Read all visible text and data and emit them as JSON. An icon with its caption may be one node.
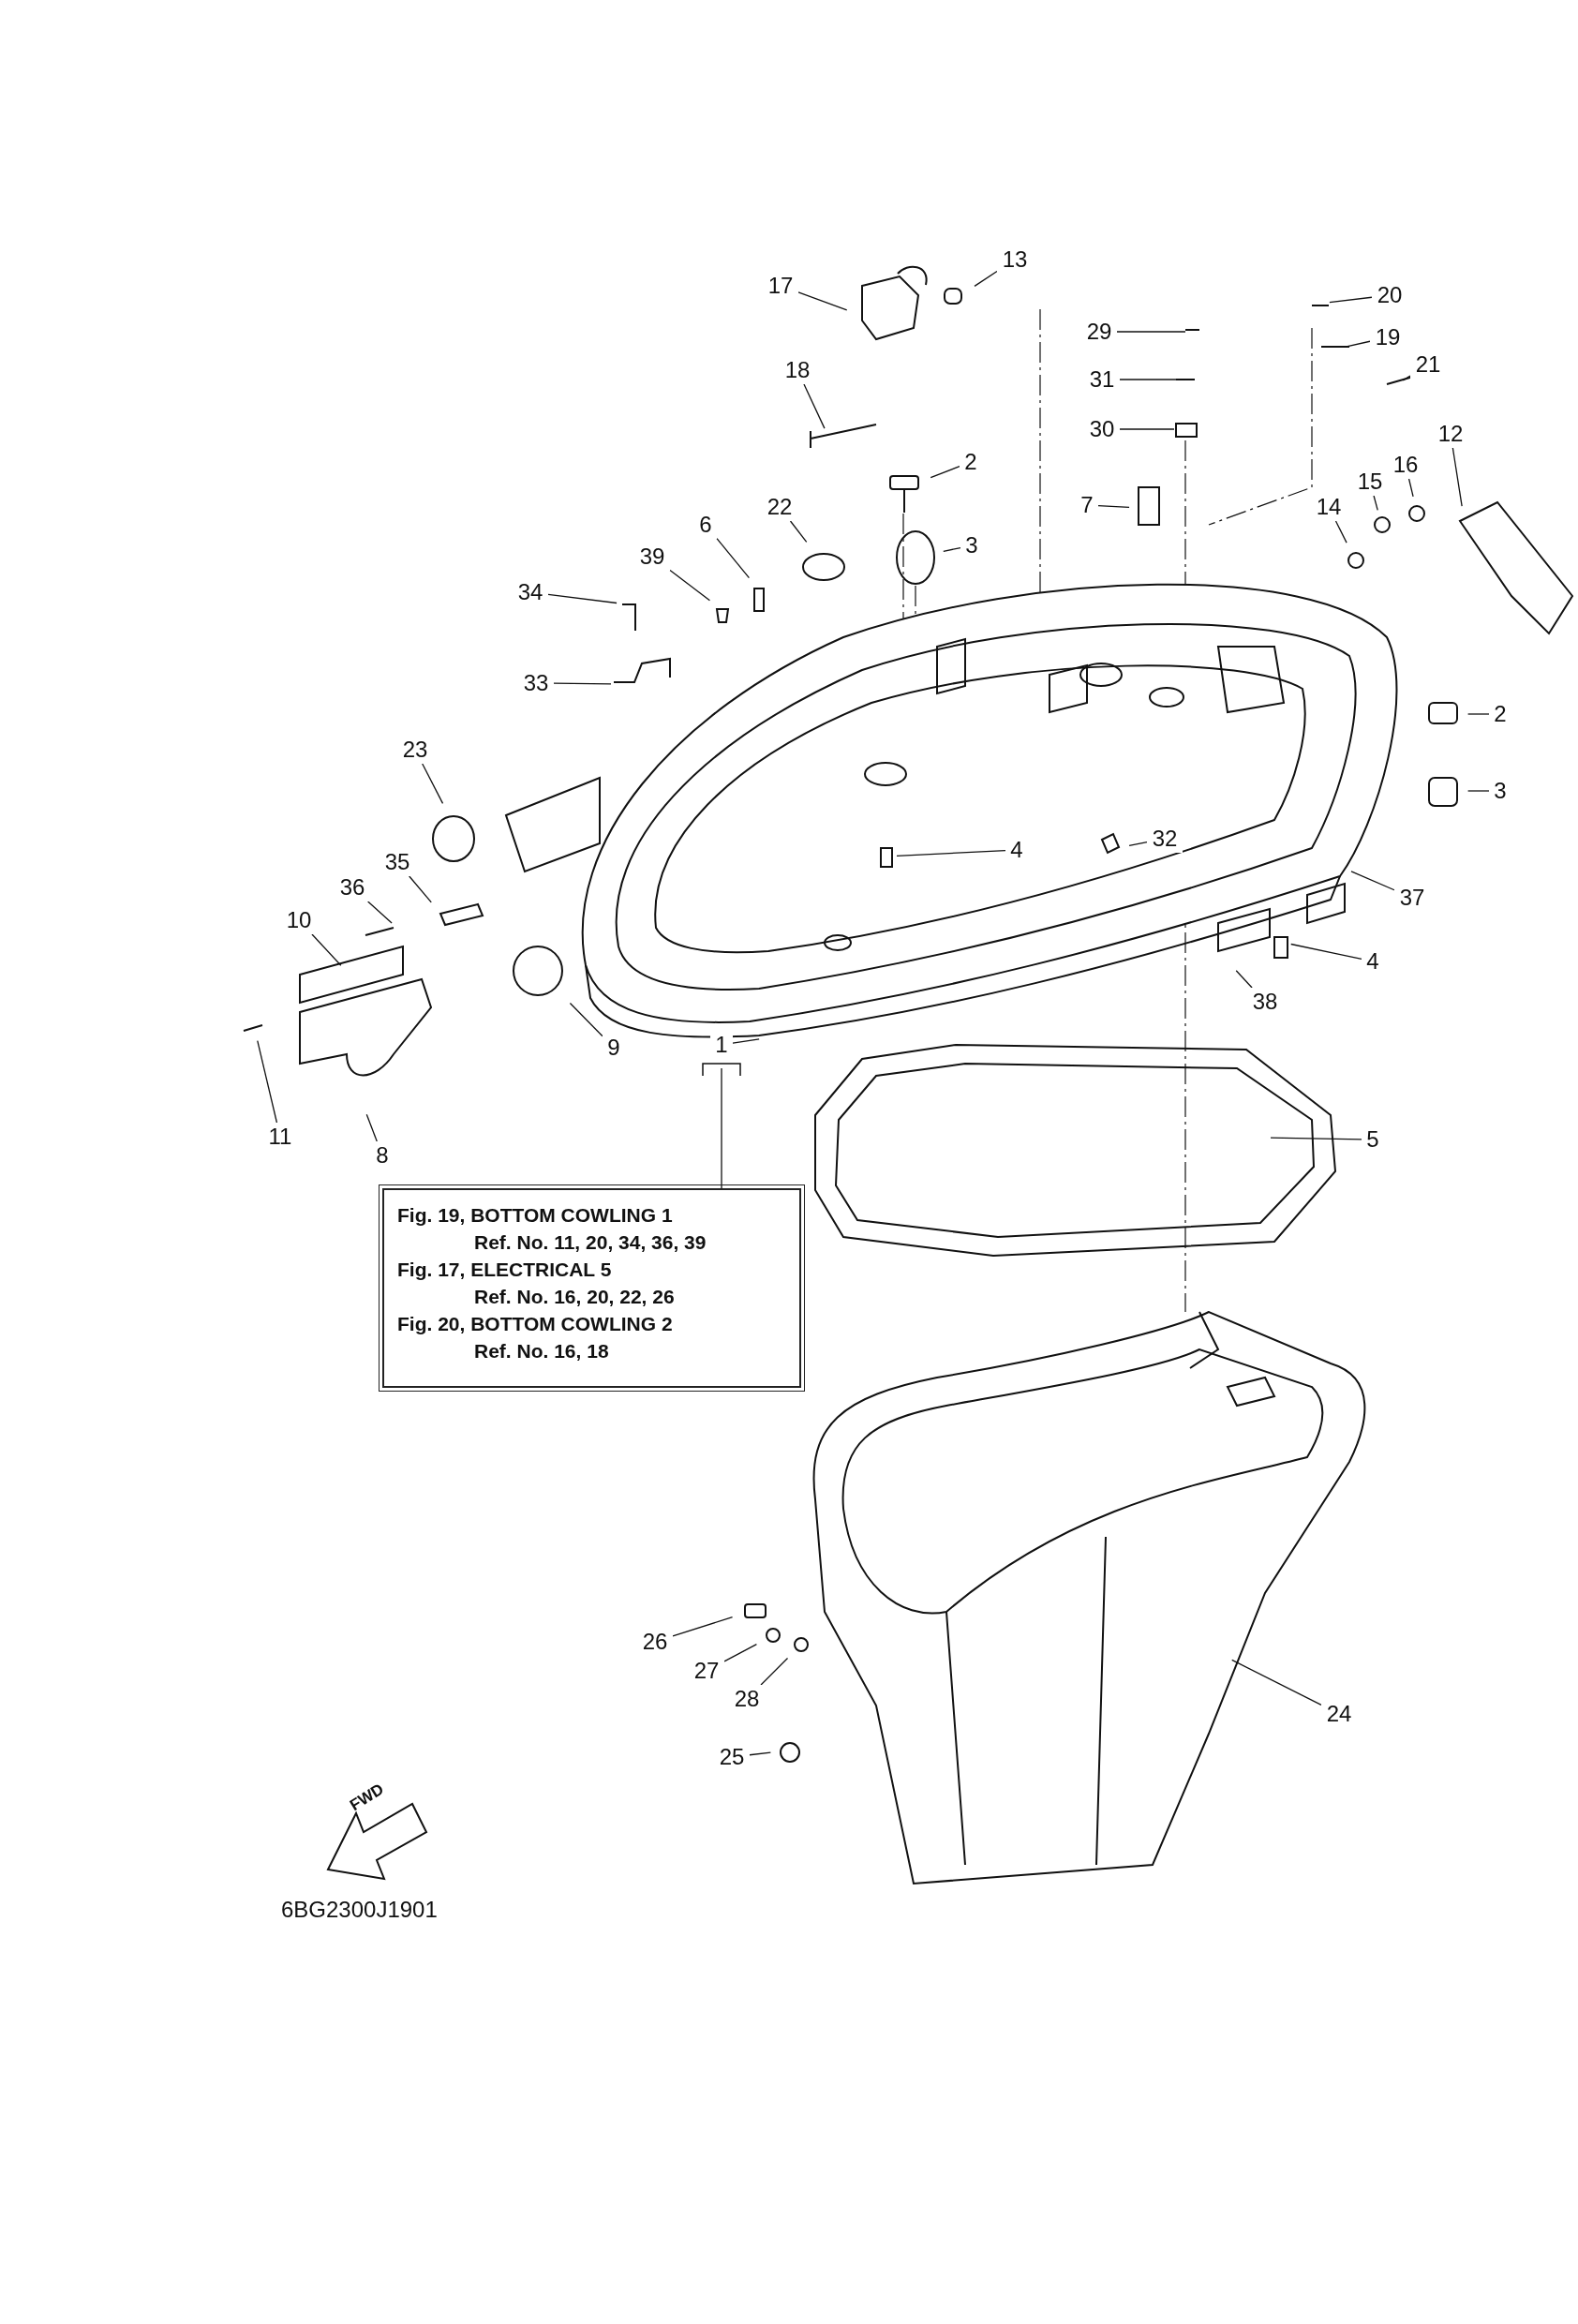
{
  "diagram": {
    "nodes": [
      {
        "text": [
          "17"
        ]
      },
      {
        "text": [
          "13"
        ]
      },
      {
        "text": [
          "18"
        ]
      },
      {
        "text": [
          "2"
        ]
      },
      {
        "text": [
          "22"
        ]
      },
      {
        "text": [
          "6"
        ]
      },
      {
        "text": [
          "3"
        ]
      },
      {
        "text": [
          "39"
        ]
      },
      {
        "text": [
          "34"
        ]
      },
      {
        "text": [
          "33"
        ]
      },
      {
        "text": [
          "23"
        ]
      },
      {
        "text": [
          "35"
        ]
      },
      {
        "text": [
          "36"
        ]
      },
      {
        "text": [
          "10"
        ]
      },
      {
        "text": [
          "9"
        ]
      },
      {
        "text": [
          "11"
        ]
      },
      {
        "text": [
          "8"
        ]
      },
      {
        "text": [
          "1"
        ]
      },
      {
        "text": [
          "4"
        ]
      },
      {
        "text": [
          "32"
        ]
      },
      {
        "text": [
          "29"
        ]
      },
      {
        "text": [
          "31"
        ]
      },
      {
        "text": [
          "30"
        ]
      },
      {
        "text": [
          "7"
        ]
      },
      {
        "text": [
          "20"
        ]
      },
      {
        "text": [
          "19"
        ]
      },
      {
        "text": [
          "21"
        ]
      },
      {
        "text": [
          "12"
        ]
      },
      {
        "text": [
          "14"
        ]
      },
      {
        "text": [
          "15"
        ]
      },
      {
        "text": [
          "16"
        ]
      },
      {
        "text": [
          "2"
        ]
      },
      {
        "text": [
          "3"
        ]
      },
      {
        "text": [
          "37"
        ]
      },
      {
        "text": [
          "4"
        ]
      },
      {
        "text": [
          "38"
        ]
      },
      {
        "text": [
          "5"
        ]
      },
      {
        "text": [
          "24"
        ]
      },
      {
        "text": [
          "26"
        ]
      },
      {
        "text": [
          "27"
        ]
      },
      {
        "text": [
          "28"
        ]
      },
      {
        "text": [
          "25"
        ]
      },
      {
        "text": [
          "Fig. 19, BOTTOM COWLING 1",
          "Ref. No. 11, 20, 34, 36, 39",
          "Fig. 17, ELECTRICAL 5",
          "Ref. No. 16, 20, 22, 26",
          "Fig. 20, BOTTOM COWLING 2",
          "Ref. No. 16, 18"
        ]
      }
    ],
    "edges": [
      {
        "from": 0,
        "to": null,
        "arrow": "none"
      },
      {
        "from": 1,
        "to": null,
        "arrow": "none"
      },
      {
        "from": 2,
        "to": null,
        "arrow": "none"
      },
      {
        "from": 3,
        "to": null,
        "arrow": "none"
      },
      {
        "from": 4,
        "to": null,
        "arrow": "none"
      },
      {
        "from": 5,
        "to": null,
        "arrow": "none"
      },
      {
        "from": 6,
        "to": null,
        "arrow": "none"
      },
      {
        "from": 7,
        "to": null,
        "arrow": "none"
      },
      {
        "from": 8,
        "to": null,
        "arrow": "none"
      },
      {
        "from": 9,
        "to": null,
        "arrow": "none"
      },
      {
        "from": 10,
        "to": null,
        "arrow": "none"
      },
      {
        "from": 11,
        "to": null,
        "arrow": "none"
      },
      {
        "from": 12,
        "to": null,
        "arrow": "none"
      },
      {
        "from": 13,
        "to": null,
        "arrow": "none"
      },
      {
        "from": 14,
        "to": null,
        "arrow": "none"
      },
      {
        "from": 15,
        "to": null,
        "arrow": "none"
      },
      {
        "from": 16,
        "to": null,
        "arrow": "none"
      },
      {
        "from": 17,
        "to": null,
        "arrow": "none"
      },
      {
        "from": 18,
        "to": null,
        "arrow": "none"
      },
      {
        "from": 19,
        "to": null,
        "arrow": "none"
      },
      {
        "from": 20,
        "to": null,
        "arrow": "none"
      },
      {
        "from": 21,
        "to": null,
        "arrow": "none"
      },
      {
        "from": 22,
        "to": null,
        "arrow": "none"
      },
      {
        "from": 23,
        "to": null,
        "arrow": "none"
      },
      {
        "from": 24,
        "to": null,
        "arrow": "none"
      },
      {
        "from": 25,
        "to": null,
        "arrow": "none"
      },
      {
        "from": 26,
        "to": null,
        "arrow": "none"
      },
      {
        "from": 27,
        "to": null,
        "arrow": "none"
      },
      {
        "from": 28,
        "to": null,
        "arrow": "none"
      },
      {
        "from": 29,
        "to": null,
        "arrow": "none"
      },
      {
        "from": 30,
        "to": null,
        "arrow": "none"
      },
      {
        "from": 31,
        "to": null,
        "arrow": "none"
      },
      {
        "from": 32,
        "to": null,
        "arrow": "none"
      },
      {
        "from": 33,
        "to": null,
        "arrow": "none"
      },
      {
        "from": 34,
        "to": null,
        "arrow": "none"
      },
      {
        "from": 35,
        "to": null,
        "arrow": "none"
      },
      {
        "from": 36,
        "to": null,
        "arrow": "none"
      },
      {
        "from": 37,
        "to": null,
        "arrow": "none"
      },
      {
        "from": 38,
        "to": null,
        "arrow": "none"
      },
      {
        "from": 39,
        "to": null,
        "arrow": "none"
      },
      {
        "from": 40,
        "to": null,
        "arrow": "none"
      },
      {
        "from": 41,
        "to": null,
        "arrow": "none"
      },
      {
        "from": 17,
        "to": 42,
        "arrow": "none"
      }
    ],
    "labels": [
      "FWD",
      "6BG2300J1901"
    ]
  }
}
